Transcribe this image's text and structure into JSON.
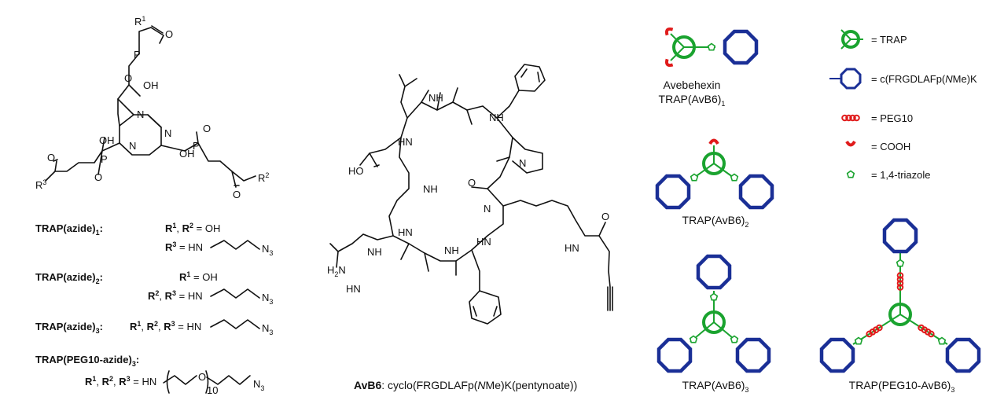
{
  "colors": {
    "trap": "#1aa32f",
    "cyclic_peptide": "#1a2f96",
    "peg": "#e01b1b",
    "cooh": "#e01b1b",
    "triazole": "#1aa32f"
  },
  "trap_structure": {
    "r1": "R",
    "r1_sup": "1",
    "r2": "R",
    "r2_sup": "2",
    "r3": "R",
    "r3_sup": "3",
    "o": "O",
    "p": "P",
    "oh": "OH",
    "n": "N"
  },
  "variants": [
    {
      "name": "TRAP(azide)",
      "sub": "1",
      "r_lines": [
        {
          "r": "R",
          "sups": [
            "1",
            "2"
          ],
          "text": " = OH"
        },
        {
          "r": "R",
          "sups": [
            "3"
          ],
          "text": " = HN"
        }
      ]
    },
    {
      "name": "TRAP(azide)",
      "sub": "2",
      "r_lines": [
        {
          "r": "R",
          "sups": [
            "1"
          ],
          "text": " = OH"
        },
        {
          "r": "R",
          "sups": [
            "2",
            "3"
          ],
          "text": " = HN"
        }
      ]
    },
    {
      "name": "TRAP(azide)",
      "sub": "3",
      "r_lines": [
        {
          "r": "R",
          "sups": [
            "1",
            "2",
            "3"
          ],
          "text": " = HN"
        }
      ]
    },
    {
      "name": "TRAP(PEG10-azide)",
      "sub": "3",
      "r_lines": [
        {
          "r": "R",
          "sups": [
            "1",
            "2",
            "3"
          ],
          "text": " = HN"
        }
      ]
    }
  ],
  "azide_group": {
    "n": "N",
    "n_sub": "3",
    "o": "O",
    "peg_n": "10"
  },
  "peptide": {
    "caption_bold": "AvB6",
    "caption_pre": ": cyclo(FRGDLAFp(",
    "caption_italic": "N",
    "caption_post": "Me)K(pentynoate))",
    "labels": {
      "nh": "NH",
      "hn": "HN",
      "ho": "HO",
      "n": "N",
      "h2n": "H",
      "h2n_sub": "2",
      "h2n_n": "N",
      "o": "O"
    }
  },
  "conjugates": [
    {
      "caption_line1": "Avebehexin",
      "caption_line2": "TRAP(AvB6)",
      "caption_sub": "1"
    },
    {
      "caption_line1": "",
      "caption_line2": "TRAP(AvB6)",
      "caption_sub": "2"
    },
    {
      "caption_line1": "",
      "caption_line2": "TRAP(AvB6)",
      "caption_sub": "3"
    },
    {
      "caption_line1": "",
      "caption_line2": "TRAP(PEG10-AvB6)",
      "caption_sub": "3"
    }
  ],
  "legend": [
    {
      "icon": "trap-icon",
      "text": "= TRAP"
    },
    {
      "icon": "cyclic-peptide-icon",
      "text_pre": "= c(FRGDLAFp(",
      "text_italic": "N",
      "text_post": "Me)K"
    },
    {
      "icon": "peg10-icon",
      "text": "= PEG10"
    },
    {
      "icon": "cooh-icon",
      "text": "= COOH"
    },
    {
      "icon": "triazole-icon",
      "text": "= 1,4-triazole"
    }
  ]
}
